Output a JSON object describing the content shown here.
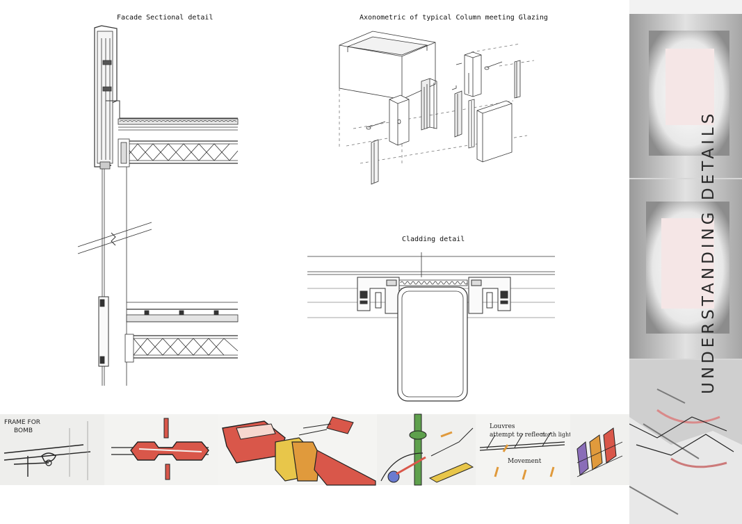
{
  "captions": {
    "facade": "Facade Sectional detail",
    "axonometric": "Axonometric of typical Column meeting Glazing",
    "cladding": "Cladding detail"
  },
  "side_title": "UNDERSTANDING DETAILS",
  "sketch_notes": {
    "frame": "FRAME FOR",
    "bomb": "BOMB",
    "louvres": "Louvres",
    "attempt": "attempt to reflect",
    "north": "north light",
    "movement": "Movement"
  },
  "colors": {
    "line": "#333333",
    "sketch_red": "#d9574a",
    "sketch_orange": "#e09a3c",
    "sketch_yellow": "#e8c64a",
    "sketch_green": "#5ea04c",
    "sidebar_grey": "#bdbdbd"
  }
}
